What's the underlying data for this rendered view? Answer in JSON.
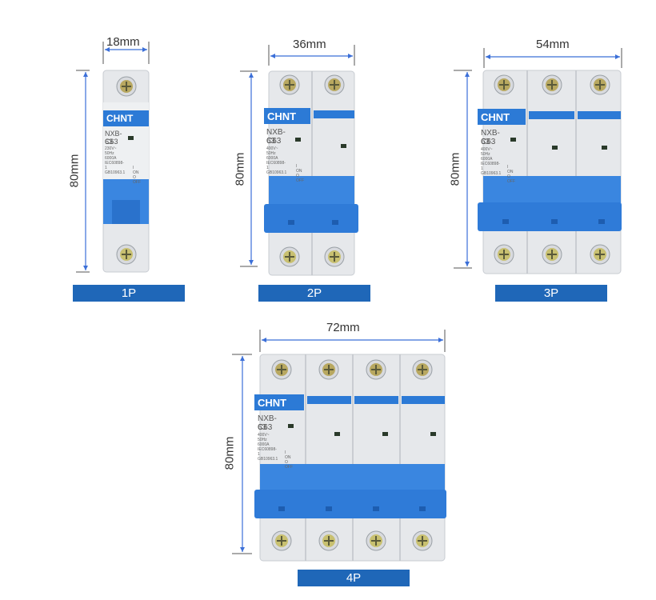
{
  "breakers": [
    {
      "id": "1p",
      "label": "1P",
      "width_dim": "18mm",
      "height_dim": "80mm",
      "brand": "CHNT",
      "model": "NXB-63",
      "rating": "C63",
      "spec_lines": [
        "230V~",
        "50Hz",
        "6000A"
      ],
      "std_lines": [
        "IEC60898-1",
        "GB10963.1"
      ],
      "on_text": "I ON",
      "off_text": "O OFF"
    },
    {
      "id": "2p",
      "label": "2P",
      "width_dim": "36mm",
      "height_dim": "80mm",
      "brand": "CHNT",
      "model": "NXB-63",
      "rating": "C63",
      "spec_lines": [
        "400V~",
        "50Hz",
        "6000A"
      ],
      "std_lines": [
        "IEC60898-1",
        "GB10963.1"
      ],
      "on_text": "I ON",
      "off_text": "O OFF"
    },
    {
      "id": "3p",
      "label": "3P",
      "width_dim": "54mm",
      "height_dim": "80mm",
      "brand": "CHNT",
      "model": "NXB-63",
      "rating": "C63",
      "spec_lines": [
        "400V~",
        "50Hz",
        "6000A"
      ],
      "std_lines": [
        "IEC60898-1",
        "GB10963.1"
      ],
      "on_text": "I ON",
      "off_text": "O OFF"
    },
    {
      "id": "4p",
      "label": "4P",
      "width_dim": "72mm",
      "height_dim": "80mm",
      "brand": "CHNT",
      "model": "NXB-63",
      "rating": "C63",
      "spec_lines": [
        "400V~",
        "50Hz",
        "6000A"
      ],
      "std_lines": [
        "IEC60898-1",
        "GB10963.1"
      ],
      "on_text": "I ON",
      "off_text": "O OFF"
    }
  ],
  "colors": {
    "label_bar": "#1f67b8",
    "brand_blue": "#2c7ad6",
    "handle_blue": "#3a86e0",
    "body": "#e6e8eb",
    "dim_line": "#3b6fd8"
  }
}
